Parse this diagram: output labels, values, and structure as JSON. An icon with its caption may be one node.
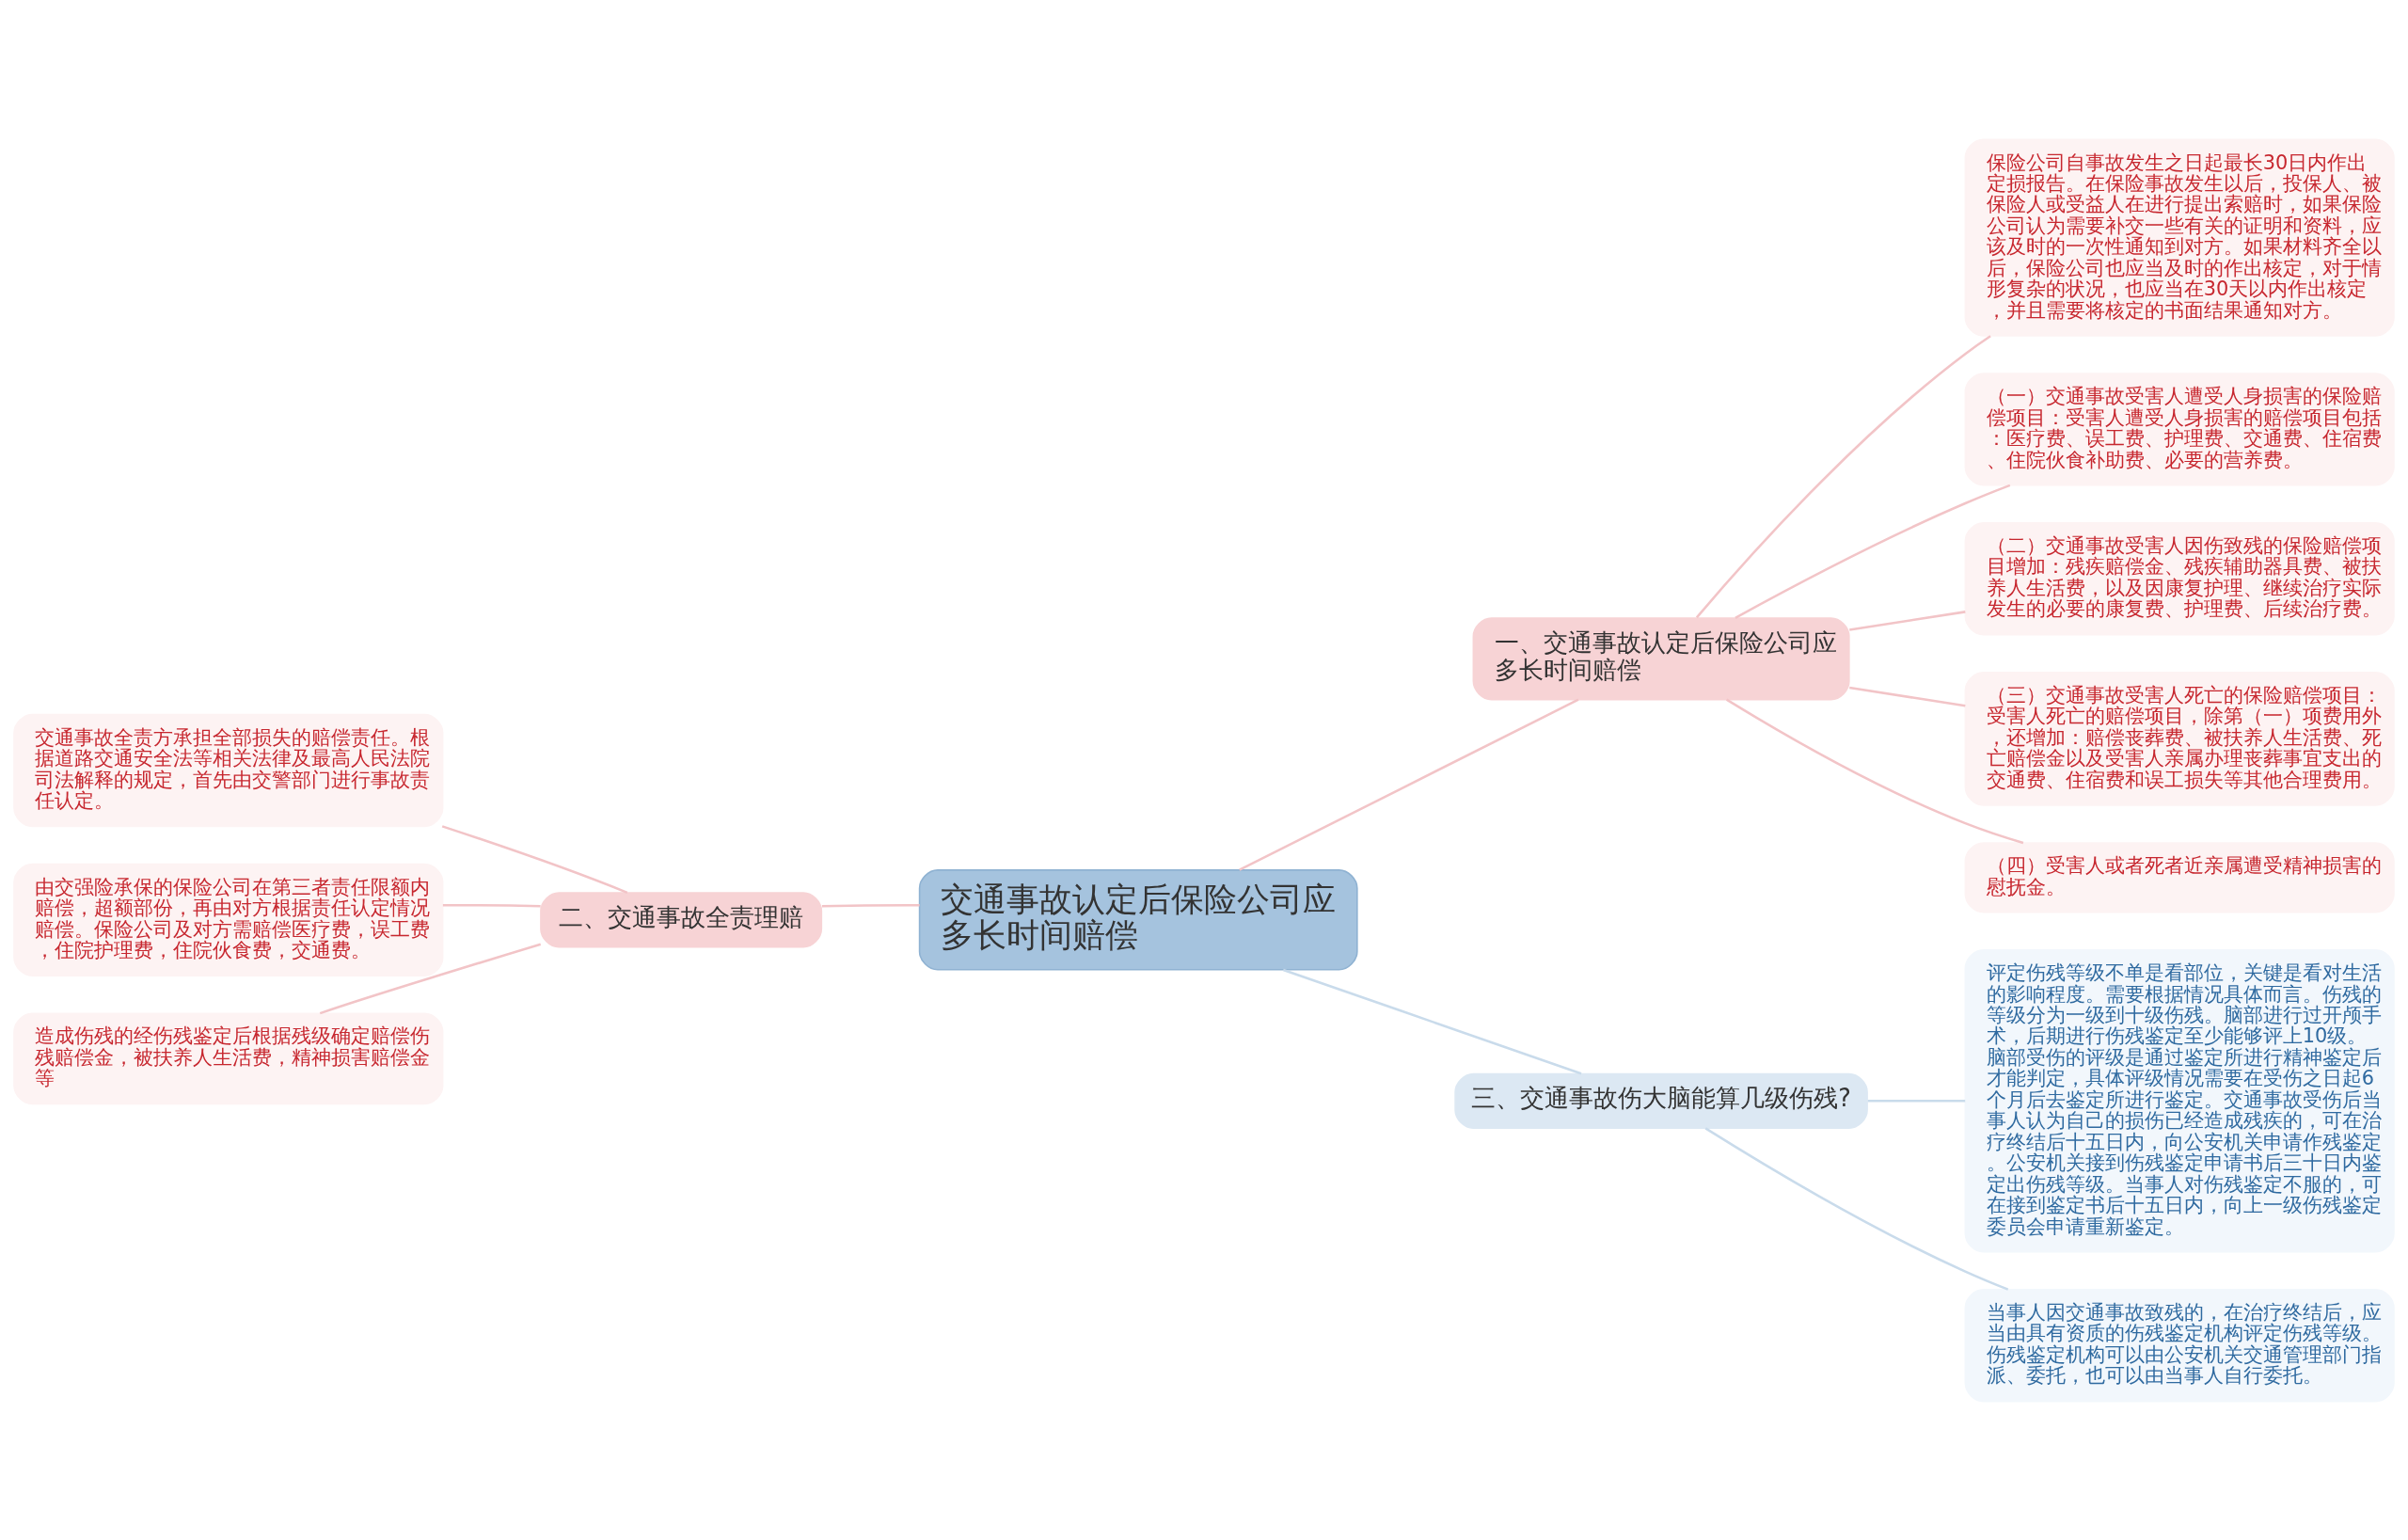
{
  "diagram": {
    "nodes": [
      {
        "text": [
          "交通事故认定后保险公司应多长时间赔偿"
        ]
      },
      {
        "text": [
          "一、交通事故认定后保险公司应多长时间赔偿"
        ]
      },
      {
        "text": [
          "保险公司自事故发生之日起最长30日内作出定损报告。在保险事故发生以后，投保人、被保险人或受益人在进行提出索赔时，如果保险公司认为需要补交一些有关的证明和资料，应该及时的一次性通知到对方。如果材料齐全以后，保险公司也应当及时的作出核定，对于情形复杂的状况，也应当在30天以内作出核定，并且需要将核定的书面结果通知对方。"
        ]
      },
      {
        "text": [
          "（一）交通事故受害人遭受人身损害的保险赔偿项目：受害人遭受人身损害的赔偿项目包括：医疗费、误工费、护理费、交通费、住宿费、住院伙食补助费、必要的营养费。"
        ]
      },
      {
        "text": [
          "（二）交通事故受害人因伤致残的保险赔偿项目增加：残疾赔偿金、残疾辅助器具费、被扶养人生活费，以及因康复护理、继续治疗实际发生的必要的康复费、护理费、后续治疗费。"
        ]
      },
      {
        "text": [
          "（三）交通事故受害人死亡的保险赔偿项目：受害人死亡的赔偿项目，除第（一）项费用外，还增加：赔偿丧葬费、被扶养人生活费、死亡赔偿金以及受害人亲属办理丧葬事宜支出的交通费、住宿费和误工损失等其他合理费用。"
        ]
      },
      {
        "text": [
          "（四）受害人或者死者近亲属遭受精神损害的慰抚金。"
        ]
      },
      {
        "text": [
          "二、交通事故全责理赔"
        ]
      },
      {
        "text": [
          "交通事故全责方承担全部损失的赔偿责任。根据道路交通安全法等相关法律及最高人民法院司法解释的规定，首先由交警部门进行事故责任认定。"
        ]
      },
      {
        "text": [
          "由交强险承保的保险公司在第三者责任限额内赔偿，超额部份，再由对方根据责任认定情况赔偿。保险公司及对方需赔偿医疗费，误工费，住院护理费，住院伙食费，交通费。"
        ]
      },
      {
        "text": [
          "造成伤残的经伤残鉴定后根据残级确定赔偿伤残赔偿金，被扶养人生活费，精神损害赔偿金等"
        ]
      },
      {
        "text": [
          "三、交通事故伤大脑能算几级伤残?"
        ]
      },
      {
        "text": [
          "评定伤残等级不单是看部位，关键是看对生活的影响程度。需要根据情况具体而言。伤残的等级分为一级到十级伤残。脑部进行过开颅手术，后期进行伤残鉴定至少能够评上10级。脑部受伤的评级是通过鉴定所进行精神鉴定后才能判定，具体评级情况需要在受伤之日起6个月后去鉴定所进行鉴定。交通事故受伤后当事人认为自己的损伤已经造成残疾的，可在治疗终结后十五日内，向公安机关申请作残鉴定。公安机关接到伤残鉴定申请书后三十日内鉴定出伤残等级。当事人对伤残鉴定不服的，可在接到鉴定书后十五日内，向上一级伤残鉴定委员会申请重新鉴定。"
        ]
      },
      {
        "text": [
          "当事人因交通事故致残的，在治疗终结后，应当由具有资质的伤残鉴定机构评定伤残等级。伤残鉴定机构可以由公安机关交通管理部门指派、委托，也可以由当事人自行委托。"
        ]
      }
    ],
    "edges": [
      {
        "from": 0,
        "to": 1,
        "arrow": "none"
      },
      {
        "from": 1,
        "to": 2,
        "arrow": "none"
      },
      {
        "from": 1,
        "to": 3,
        "arrow": "none"
      },
      {
        "from": 1,
        "to": 4,
        "arrow": "none"
      },
      {
        "from": 1,
        "to": 5,
        "arrow": "none"
      },
      {
        "from": 1,
        "to": 6,
        "arrow": "none"
      },
      {
        "from": 0,
        "to": 7,
        "arrow": "none"
      },
      {
        "from": 7,
        "to": 8,
        "arrow": "none"
      },
      {
        "from": 7,
        "to": 9,
        "arrow": "none"
      },
      {
        "from": 7,
        "to": 10,
        "arrow": "none"
      },
      {
        "from": 0,
        "to": 11,
        "arrow": "none",
        "color": "#c9dbeb"
      },
      {
        "from": 11,
        "to": 12,
        "arrow": "none",
        "color": "#c9dbeb"
      },
      {
        "from": 11,
        "to": 13,
        "arrow": "none",
        "color": "#c9dbeb"
      }
    ]
  }
}
